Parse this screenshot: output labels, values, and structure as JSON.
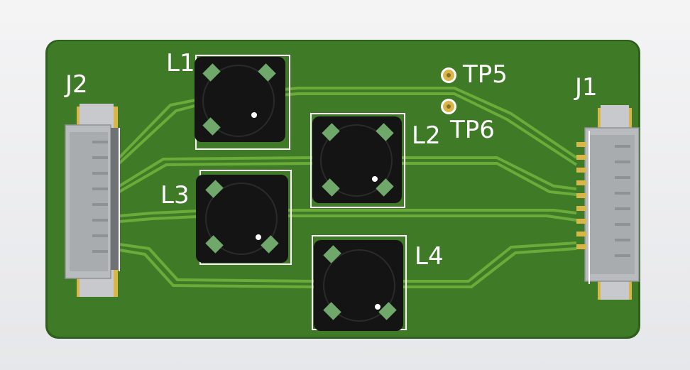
{
  "board": {
    "colors": {
      "background": "#ececee",
      "pcb": "#3f7a26",
      "pcb_edge": "#2f5f1c",
      "trace": "#6bab3a",
      "silkscreen": "#ffffff",
      "inductor_body": "#141414",
      "connector": "#b9bcbf",
      "pad_gold": "#d9b64a"
    },
    "connectors": [
      {
        "ref": "J1",
        "pins": 8
      },
      {
        "ref": "J2",
        "pins": 8
      }
    ],
    "inductors": [
      {
        "ref": "L1"
      },
      {
        "ref": "L2"
      },
      {
        "ref": "L3"
      },
      {
        "ref": "L4"
      }
    ],
    "test_points": [
      {
        "ref": "TP5"
      },
      {
        "ref": "TP6"
      }
    ]
  }
}
